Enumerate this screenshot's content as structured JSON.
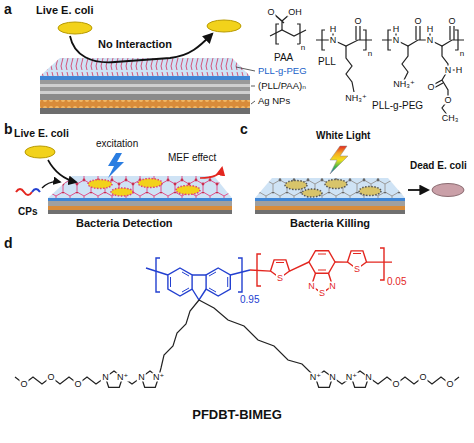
{
  "diagram": {
    "labels": [
      "a",
      "Live E. coli",
      "No Interaction",
      "PLL-g-PEG",
      "(PLL/PAA)ₙ",
      "Ag NPs",
      "O",
      "OH",
      "n",
      "PAA",
      "H",
      "N",
      "O",
      "n",
      "NH₃⁺",
      "PLL",
      "H",
      "N",
      "O",
      "H",
      "N",
      "O",
      "n",
      "NH₃⁺",
      "N",
      "H",
      "O",
      "O",
      "CH₃",
      "PLL-g-PEG",
      "b",
      "Live E. coli",
      "excitation",
      "MEF effect",
      "CPs",
      "Bacteria Detection",
      "c",
      "White Light",
      "Dead E. coli",
      "Bacteria Killing",
      "d",
      "0.95",
      "S",
      "N",
      "S",
      "N",
      "S",
      "0.05",
      "O",
      "O",
      "O",
      "N",
      "N⁺",
      "N",
      "N⁺",
      "N⁺",
      "N",
      "N⁺",
      "N",
      "O",
      "O",
      "O",
      "PFDBT-BIMEG"
    ]
  }
}
